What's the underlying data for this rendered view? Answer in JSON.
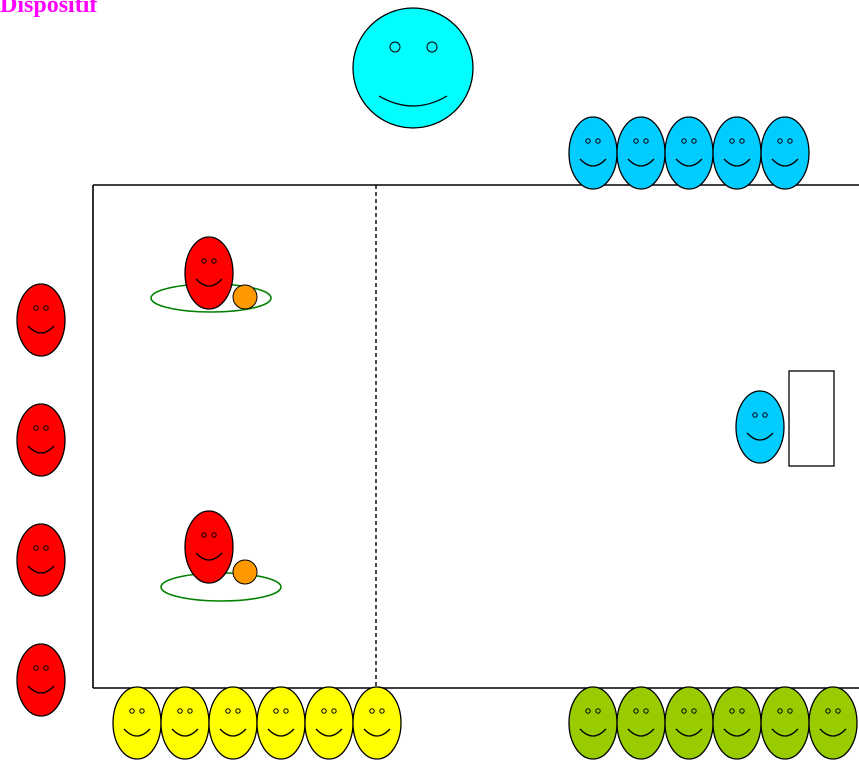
{
  "title": {
    "text": "Dispositif",
    "color": "#FF00FF"
  },
  "colors": {
    "coach": "#00FFFF",
    "blue_team": "#00CCFF",
    "red_team": "#FF0000",
    "yellow_team": "#FFFF00",
    "green_team": "#99CC00",
    "ball": "#FF9900",
    "hoop": "#008000",
    "outline": "#000000"
  },
  "counts": {
    "blue_waiting": 5,
    "red_waiting": 4,
    "yellow_waiting": 6,
    "green_waiting": 6,
    "red_with_ball": 2,
    "blue_goalkeeper": 1
  },
  "icons": {
    "coach": "smiley-face-icon",
    "player": "smiley-face-icon",
    "ball": "ball-icon",
    "hoop": "hoop-icon",
    "goal": "goal-icon"
  }
}
